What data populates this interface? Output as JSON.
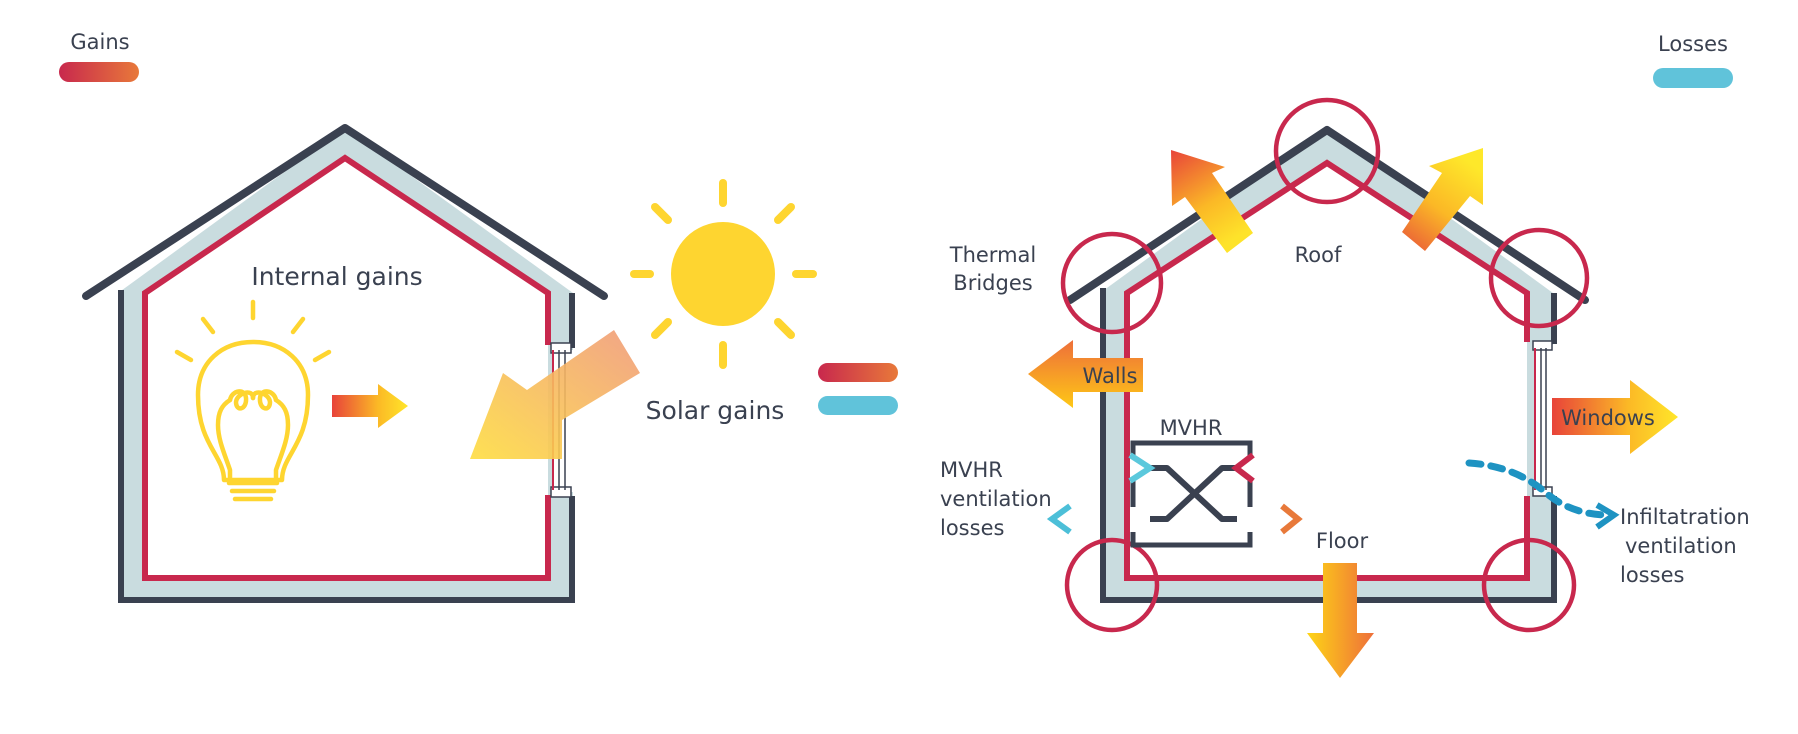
{
  "legend": {
    "gains_label": "Gains",
    "losses_label": "Losses"
  },
  "left_house": {
    "internal_label": "Internal gains",
    "solar_label": "Solar gains"
  },
  "right_house": {
    "thermal_bridges_line1": "Thermal",
    "thermal_bridges_line2": "Bridges",
    "roof_label": "Roof",
    "walls_label": "Walls",
    "windows_label": "Windows",
    "floor_label": "Floor",
    "mvhr_label": "MVHR",
    "mvhr_losses_line1": "MVHR",
    "mvhr_losses_line2": "ventilation",
    "mvhr_losses_line3": "losses",
    "infiltration_line1": "Infiltatration",
    "infiltration_line2": "ventilation",
    "infiltration_line3": "losses"
  },
  "colors": {
    "outline": "#3a4150",
    "insulation": "#c9dcdf",
    "airtight": "#c8284d",
    "gain_start": "#c8284d",
    "gain_end": "#e8793a",
    "loss": "#60c3da",
    "sun": "#fed530",
    "arrow_warm_start": "#e8433a",
    "arrow_warm_end": "#fed516"
  }
}
